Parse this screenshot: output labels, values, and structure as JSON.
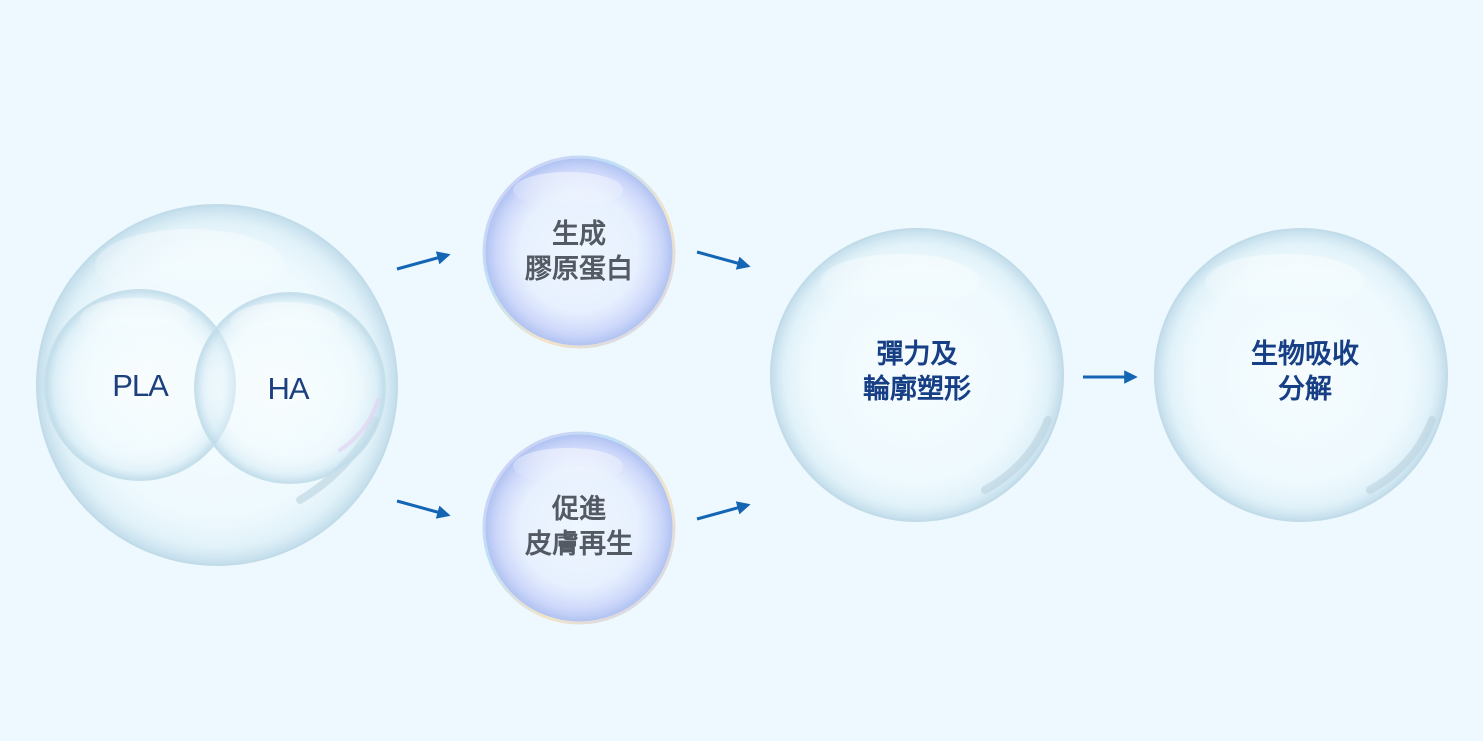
{
  "nodes": {
    "ingredient_pla": {
      "label": "PLA"
    },
    "ingredient_ha": {
      "label": "HA"
    },
    "collagen": {
      "line1": "生成",
      "line2": "膠原蛋白"
    },
    "skin_regen": {
      "line1": "促進",
      "line2": "皮膚再生"
    },
    "elasticity": {
      "line1": "彈力及",
      "line2": "輪廓塑形"
    },
    "bioabsorb": {
      "line1": "生物吸收",
      "line2": "分解"
    }
  },
  "colors": {
    "background": "#edf9fe",
    "arrow": "#1565b5",
    "text_dark_blue": "#173f86",
    "text_gray": "#545a63"
  }
}
